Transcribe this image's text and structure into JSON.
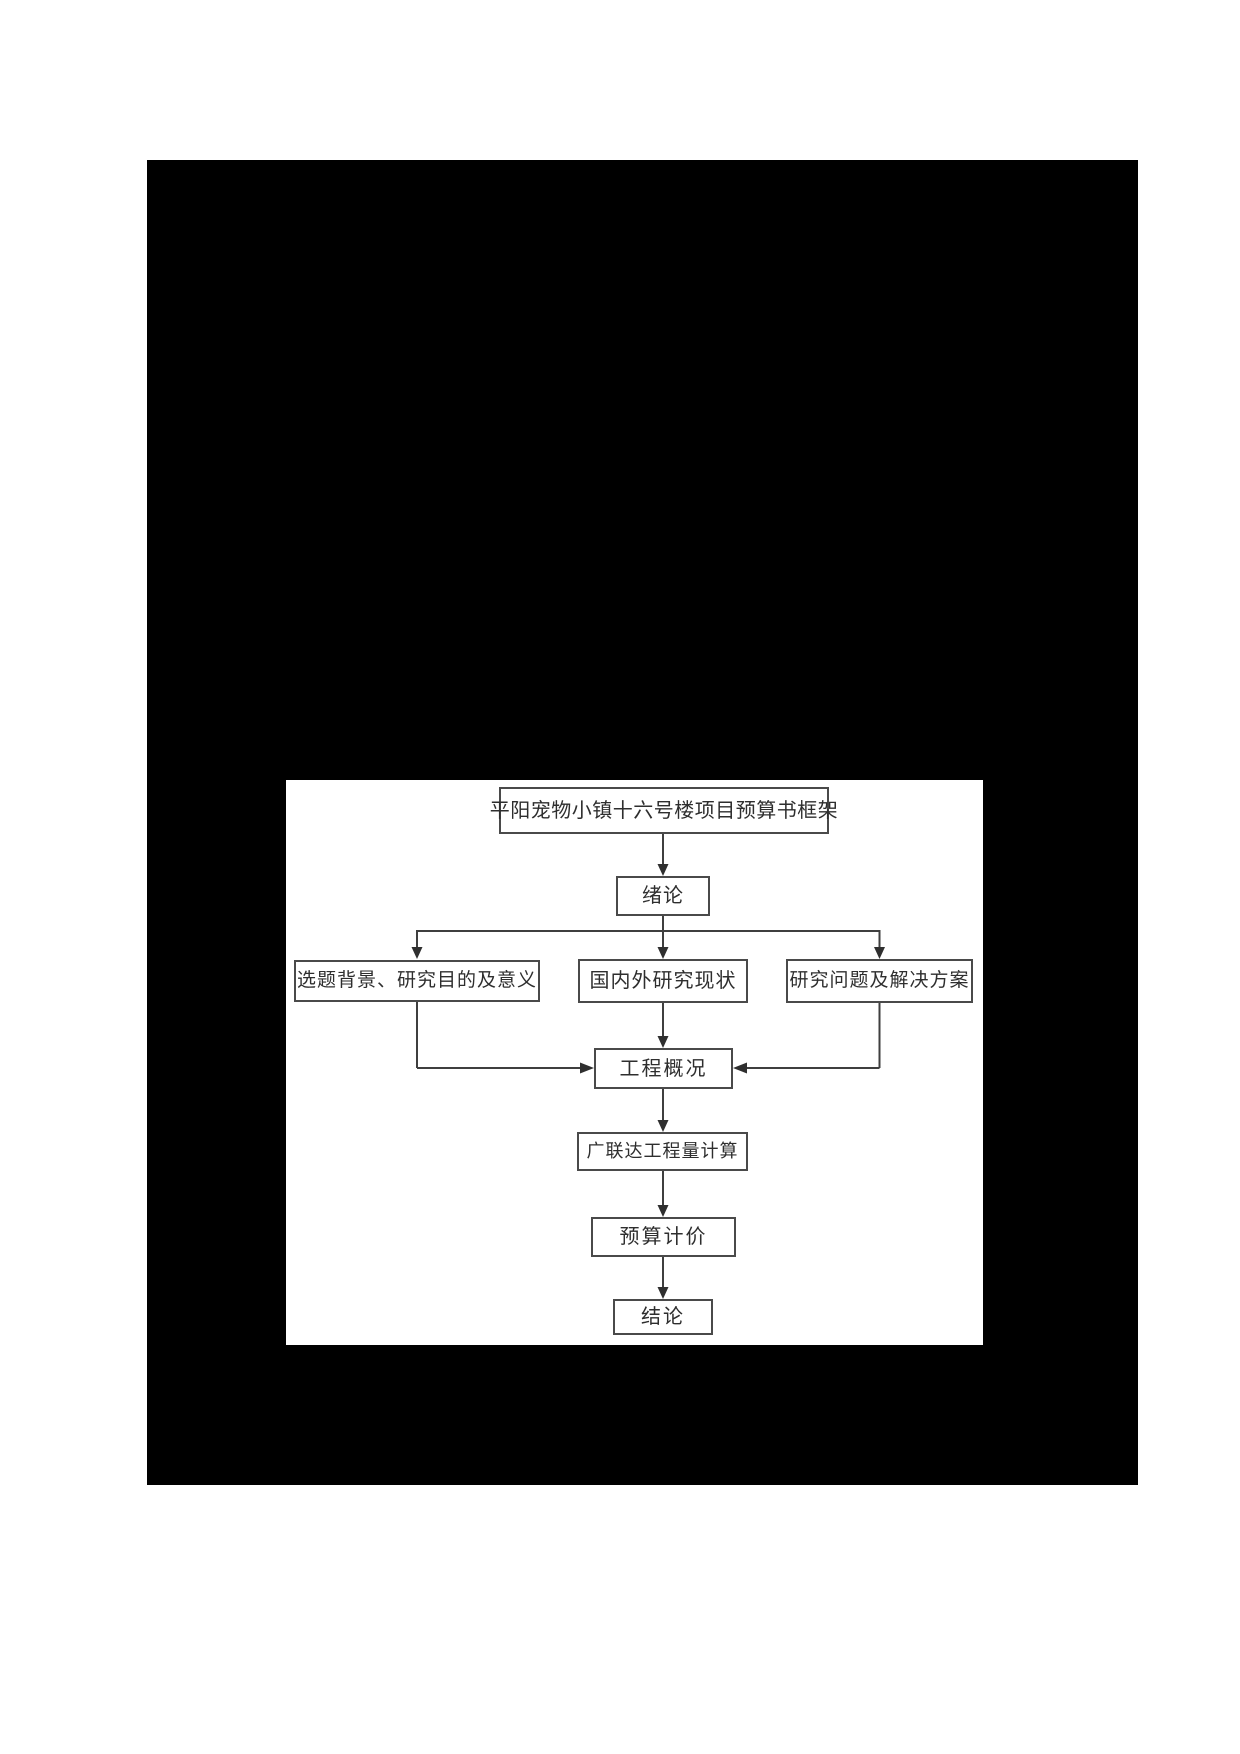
{
  "figure": {
    "description": "Flowchart figure on a black page block",
    "colors": {
      "page_background": "#ffffff",
      "block_background": "#000000",
      "panel_background": "#ffffff",
      "box_border": "#4a4a4a",
      "line": "#3f3f3f",
      "text": "#2e2e2e"
    }
  },
  "flowchart": {
    "nodes": [
      {
        "id": "project-framework",
        "label": "平阳宠物小镇十六号楼项目预算书框架"
      },
      {
        "id": "introduction",
        "label": "绪论"
      },
      {
        "id": "topic-background",
        "label": "选题背景、研究目的及意义"
      },
      {
        "id": "research-status",
        "label": "国内外研究现状"
      },
      {
        "id": "problems-solutions",
        "label": "研究问题及解决方案"
      },
      {
        "id": "project-overview",
        "label": "工程概况"
      },
      {
        "id": "glodon-quantity-calc",
        "label": "广联达工程量计算"
      },
      {
        "id": "budget-pricing",
        "label": "预算计价"
      },
      {
        "id": "conclusion",
        "label": "结论"
      }
    ],
    "edges": [
      {
        "from": "project-framework",
        "to": "introduction"
      },
      {
        "from": "introduction",
        "to": "topic-background"
      },
      {
        "from": "introduction",
        "to": "research-status"
      },
      {
        "from": "introduction",
        "to": "problems-solutions"
      },
      {
        "from": "topic-background",
        "to": "project-overview"
      },
      {
        "from": "research-status",
        "to": "project-overview"
      },
      {
        "from": "problems-solutions",
        "to": "project-overview"
      },
      {
        "from": "project-overview",
        "to": "glodon-quantity-calc"
      },
      {
        "from": "glodon-quantity-calc",
        "to": "budget-pricing"
      },
      {
        "from": "budget-pricing",
        "to": "conclusion"
      }
    ]
  }
}
